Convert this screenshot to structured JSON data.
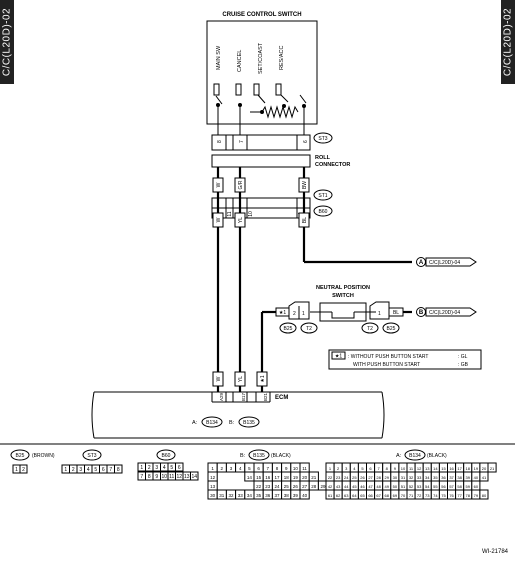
{
  "side_tags": {
    "left": "C/C(L20D)-02",
    "right": "C/C(L20D)-02"
  },
  "switch": {
    "title": "CRUISE CONTROL SWITCH",
    "labels": [
      "MAIN SW",
      "CANCEL",
      "SET/COAST",
      "RES/ACC"
    ],
    "pins": [
      "8",
      "7",
      "6"
    ]
  },
  "st3_conn": "ST3",
  "roll_connector": [
    "ROLL",
    "CONNECTOR"
  ],
  "st1_conn": "ST1",
  "b60_conn": "B60",
  "wire_colors_top": [
    "W",
    "G/R",
    "BW"
  ],
  "pins_mid": [
    "11",
    "10",
    "4"
  ],
  "wire_colors_mid": [
    "W",
    "YL",
    "BL"
  ],
  "ref_a": {
    "letter": "A",
    "label": "C/C(L20D)-04"
  },
  "ref_b": {
    "letter": "B",
    "label": "C/C(L20D)-04"
  },
  "neutral": {
    "title": [
      "NEUTRAL POSITION",
      "SWITCH"
    ],
    "left_pins": [
      "2",
      "1"
    ],
    "left_mark": "★1",
    "right_pins": [
      "1"
    ],
    "right_wire": "BL",
    "conn_left": [
      "B25",
      "T2"
    ],
    "conn_right": [
      "T2",
      "B25"
    ]
  },
  "note": {
    "marker": "★1",
    "line1": ": WITHOUT PUSH BUTTON START",
    "line1_val": ": GL",
    "line2": "WITH PUSH BUTTON START",
    "line2_val": ": GB"
  },
  "ecm": {
    "pins": [
      "A29",
      "B17",
      "B21"
    ],
    "wires": [
      "W",
      "YL",
      "★1"
    ],
    "label": "ECM",
    "conn_a_prefix": "A:",
    "conn_a": "B134",
    "conn_b_prefix": "B:",
    "conn_b": "B135"
  },
  "legend": {
    "b25": {
      "name": "B25",
      "suffix": "(BROWN)",
      "cells": [
        "1",
        "2"
      ]
    },
    "st3": {
      "name": "ST3",
      "cells": [
        "1",
        "2",
        "3",
        "4",
        "5",
        "6",
        "7",
        "8"
      ]
    },
    "b60": {
      "name": "B60",
      "rows": [
        [
          "1",
          "2",
          "3",
          "4",
          "5",
          "6"
        ],
        [
          "7",
          "8",
          "9",
          "10",
          "11",
          "12",
          "13",
          "14"
        ]
      ]
    },
    "b135": {
      "prefix": "B:",
      "name": "B135",
      "suffix": "(BLACK)",
      "rows": [
        [
          "1",
          "2",
          "3",
          "4",
          "5",
          "6",
          "7",
          "8",
          "9",
          "10",
          "11"
        ],
        [
          "12",
          "",
          "",
          "",
          "14",
          "15",
          "16",
          "17",
          "18",
          "19",
          "20",
          "21"
        ],
        [
          "13",
          "",
          "",
          "",
          "",
          "22",
          "23",
          "24",
          "25",
          "26",
          "27",
          "28",
          "29"
        ],
        [
          "30",
          "31",
          "32",
          "33",
          "34",
          "35",
          "36",
          "37",
          "38",
          "39",
          "40"
        ]
      ]
    },
    "b134": {
      "prefix": "A:",
      "name": "B134",
      "suffix": "(BLACK)",
      "rows": [
        [
          "1",
          "2",
          "3",
          "4",
          "5",
          "6",
          "7",
          "8",
          "9",
          "10",
          "11",
          "12",
          "13",
          "14",
          "15",
          "16",
          "17",
          "18",
          "19",
          "20",
          "21"
        ],
        [
          "22",
          "23",
          "24",
          "25",
          "26",
          "27",
          "28",
          "29",
          "30",
          "31",
          "32",
          "33",
          "34",
          "35",
          "36",
          "37",
          "38",
          "39",
          "40",
          "41"
        ],
        [
          "42",
          "43",
          "44",
          "45",
          "46",
          "47",
          "48",
          "49",
          "50",
          "51",
          "52",
          "53",
          "54",
          "55",
          "56",
          "57",
          "58",
          "59",
          "60"
        ],
        [
          "61",
          "62",
          "63",
          "64",
          "65",
          "66",
          "67",
          "68",
          "69",
          "70",
          "71",
          "72",
          "73",
          "74",
          "75",
          "76",
          "77",
          "78",
          "79",
          "80"
        ]
      ]
    }
  },
  "code": "WI-21784"
}
